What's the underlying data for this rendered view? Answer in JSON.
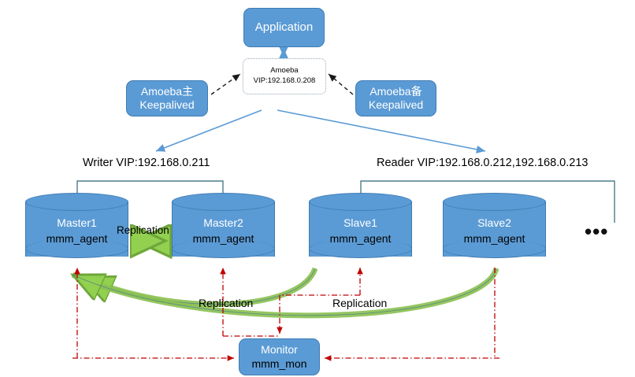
{
  "diagram": {
    "title": "MySQL MMM + Amoeba high-availability architecture",
    "colors": {
      "node_fill": "#5B9BD5",
      "node_border": "#3F7CB4",
      "replication_arrow": "#92D050",
      "monitor_line": "#C00000",
      "vip_arrow": "#5B9BD5",
      "bracket_line": "#4E7D8C",
      "text_dark": "#000000",
      "text_light": "#FFFFFF"
    },
    "application": {
      "label": "Application"
    },
    "amoeba": {
      "name": "Amoeba",
      "vip": "VIP:192.168.0.208"
    },
    "keepalived_master": {
      "line1": "Amoeba主",
      "line2": "Keepalived"
    },
    "keepalived_backup": {
      "line1": "Amoeba备",
      "line2": "Keepalived"
    },
    "vips": {
      "writer": "Writer VIP:192.168.0.211",
      "reader": "Reader VIP:192.168.0.212,192.168.0.213"
    },
    "databases": [
      {
        "name": "Master1",
        "agent": "mmm_agent",
        "role": "master"
      },
      {
        "name": "Master2",
        "agent": "mmm_agent",
        "role": "master"
      },
      {
        "name": "Slave1",
        "agent": "mmm_agent",
        "role": "slave"
      },
      {
        "name": "Slave2",
        "agent": "mmm_agent",
        "role": "slave"
      }
    ],
    "more_nodes_indicator": "•••",
    "replication_labels": {
      "masters": "Replication",
      "slave1": "Replication",
      "slave2": "Replication"
    },
    "monitor": {
      "line1": "Monitor",
      "line2": "mmm_mon"
    }
  }
}
